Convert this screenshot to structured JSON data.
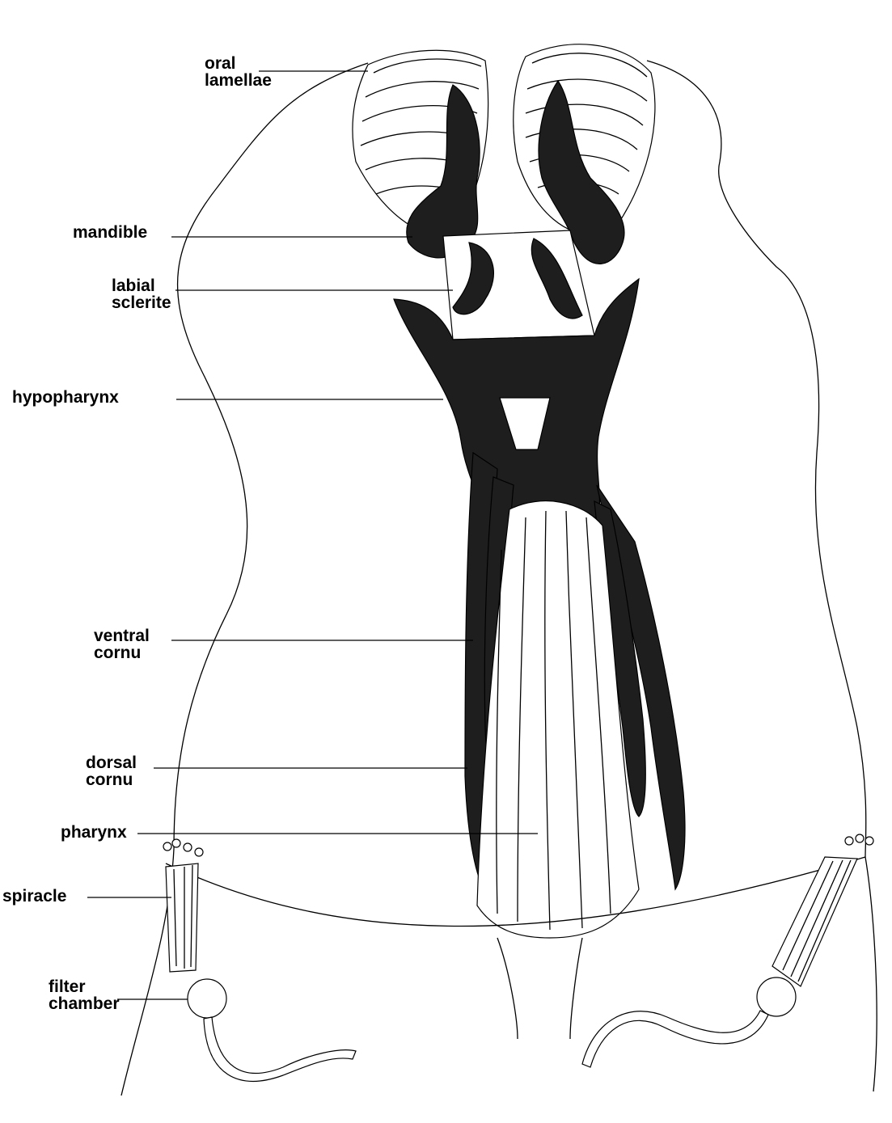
{
  "figure": {
    "labels": [
      {
        "id": "oral-lamellae",
        "lines": [
          "oral",
          "lamellae"
        ]
      },
      {
        "id": "mandible",
        "lines": [
          "mandible"
        ]
      },
      {
        "id": "labial-sclerite",
        "lines": [
          "labial",
          "sclerite"
        ]
      },
      {
        "id": "hypopharynx",
        "lines": [
          "hypopharynx"
        ]
      },
      {
        "id": "ventral-cornu",
        "lines": [
          "ventral",
          "cornu"
        ]
      },
      {
        "id": "dorsal-cornu",
        "lines": [
          "dorsal",
          "cornu"
        ]
      },
      {
        "id": "pharynx",
        "lines": [
          "pharynx"
        ]
      },
      {
        "id": "spiracle",
        "lines": [
          "spiracle"
        ]
      },
      {
        "id": "filter-chamber",
        "lines": [
          "filter",
          "chamber"
        ]
      }
    ]
  }
}
